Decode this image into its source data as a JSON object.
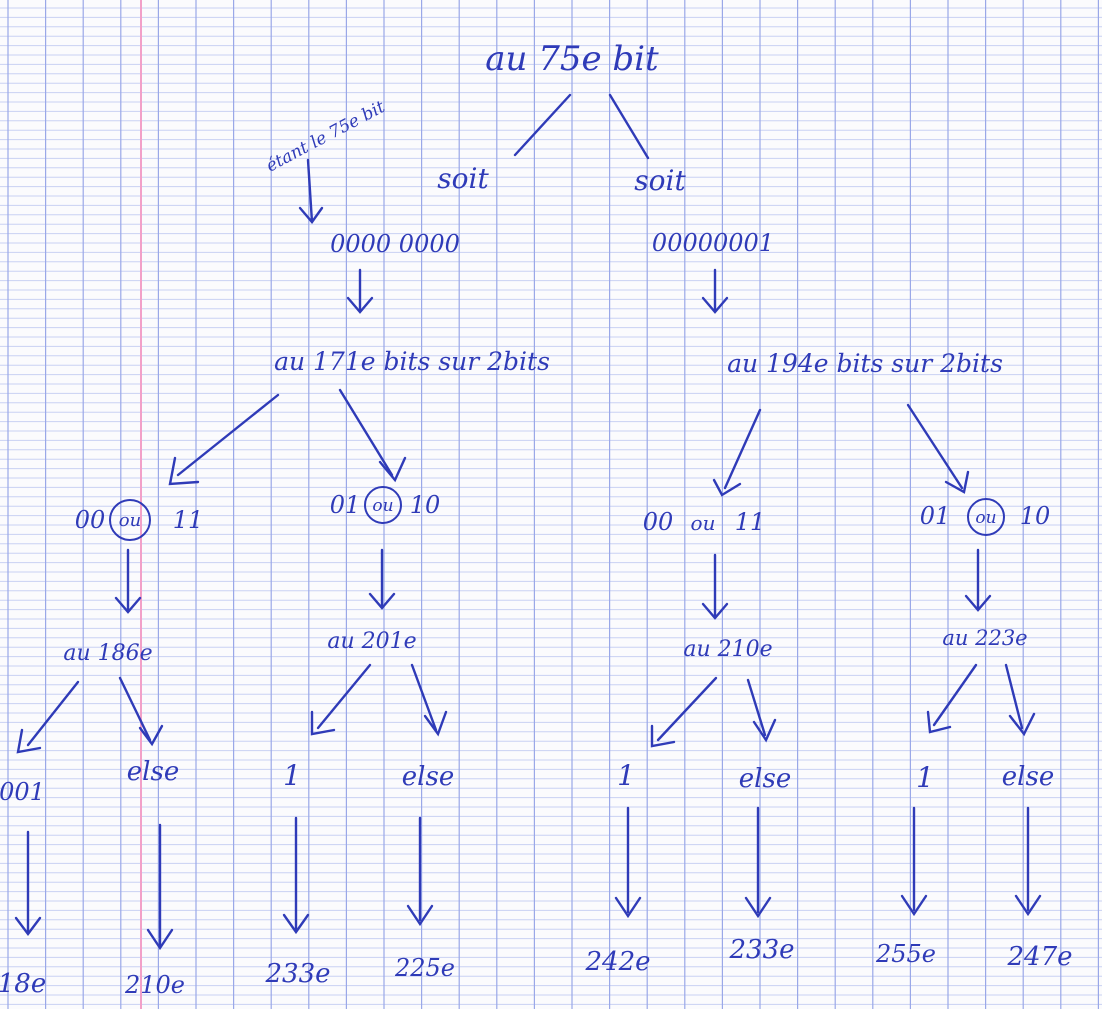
{
  "paper": {
    "grid_color": "#9aa8e8",
    "fine_line_color": "#c9d1f3",
    "margin_color": "#f2a0c8",
    "ink_color": "#2f3bb8"
  },
  "tree": {
    "root": "au 75e bit",
    "root_note": "étant le 75e bit",
    "left": {
      "branch": "soit",
      "value": "0000 0000",
      "node": "au 171e bits sur 2bits",
      "left": {
        "choice": [
          "00",
          "ou",
          "11"
        ],
        "node": "au 186e",
        "left": {
          "label": "001",
          "result": "18e"
        },
        "right": {
          "label": "else",
          "result": "210e"
        }
      },
      "right": {
        "choice": [
          "01",
          "ou",
          "10"
        ],
        "node": "au 201e",
        "left": {
          "label": "1",
          "result": "233e"
        },
        "right": {
          "label": "else",
          "result": "225e"
        }
      }
    },
    "right": {
      "branch": "soit",
      "value": "00000001",
      "node": "au 194e bits sur 2bits",
      "left": {
        "choice": [
          "00",
          "ou",
          "11"
        ],
        "node": "au 210e",
        "left": {
          "label": "1",
          "result": "242e"
        },
        "right": {
          "label": "else",
          "result": "233e"
        }
      },
      "right": {
        "choice": [
          "01",
          "ou",
          "10"
        ],
        "node": "au 223e",
        "left": {
          "label": "1",
          "result": "255e"
        },
        "right": {
          "label": "else",
          "result": "247e"
        }
      }
    }
  }
}
